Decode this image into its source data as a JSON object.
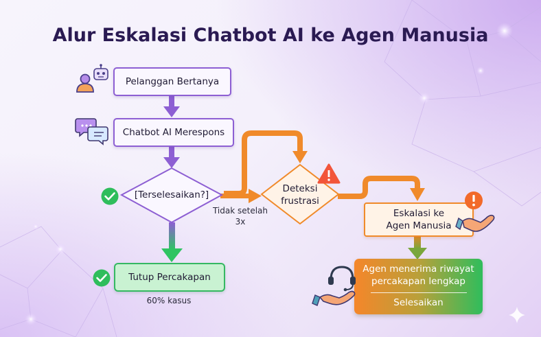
{
  "title": "Alur Eskalasi Chatbot AI ke Agen Manusia",
  "nodes": {
    "customer": "Pelanggan Bertanya",
    "chatbot": "Chatbot AI Merespons",
    "decision": "[Terselesaikan?]",
    "close": "Tutup Percakapan",
    "detect_line1": "Deteksi",
    "detect_line2": "frustrasi",
    "escalate_line1": "Eskalasi ke",
    "escalate_line2": "Agen Manusia",
    "agent_line1": "Agen menerima riwayat",
    "agent_line2": "percakapan lengkap",
    "finish": "Selesaikan"
  },
  "labels": {
    "no_line1": "Tidak setelah",
    "no_line2": "3x",
    "percent": "60% kasus"
  },
  "colors": {
    "title": "#2a1a52",
    "purple": "#8d5fd3",
    "green": "#35b862",
    "orange": "#f08a2a"
  },
  "icons": [
    "customer-robot-icon",
    "chat-bubbles-icon",
    "check-circle-icon",
    "warning-icon",
    "alert-icon",
    "handshake-icon",
    "headset-hand-icon",
    "sparkle-icon"
  ]
}
